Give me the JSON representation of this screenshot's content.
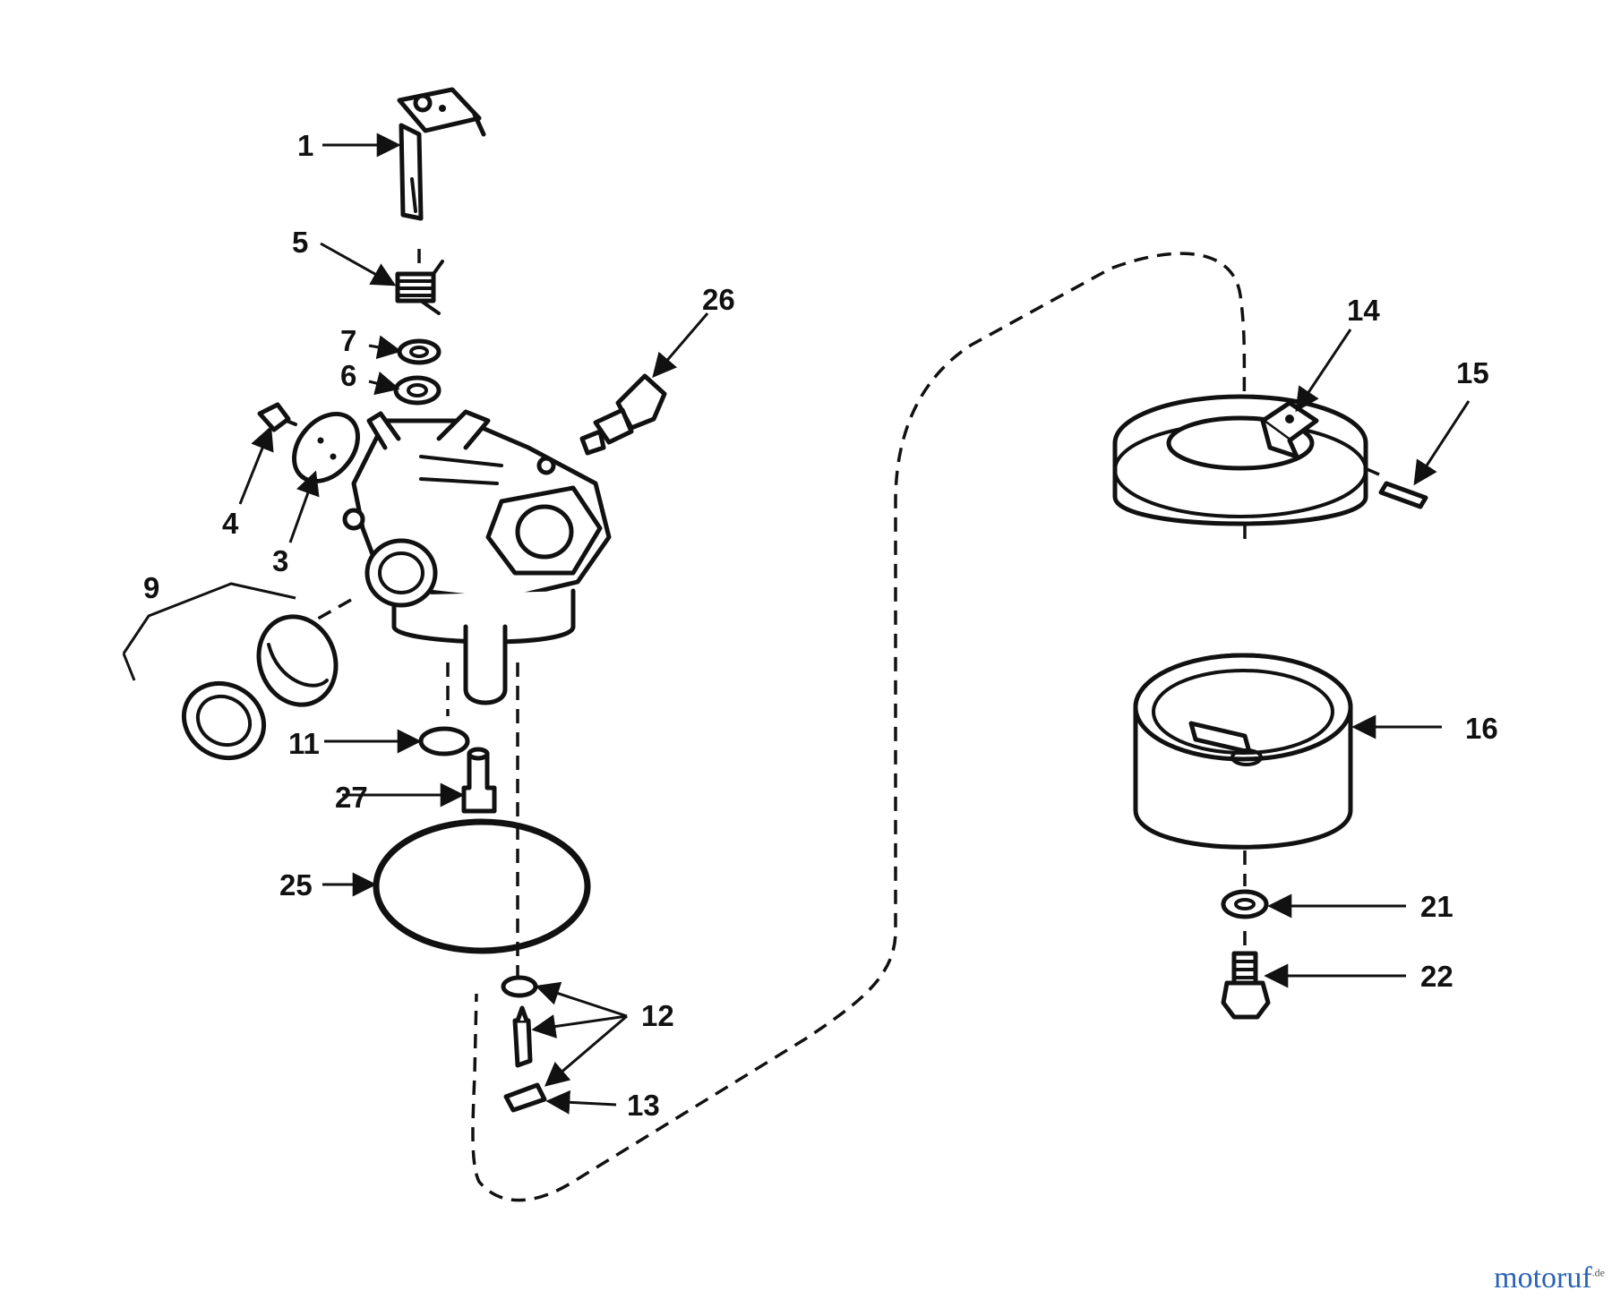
{
  "callouts": {
    "c1": "1",
    "c3": "3",
    "c4": "4",
    "c5": "5",
    "c6": "6",
    "c7": "7",
    "c9": "9",
    "c11": "11",
    "c12": "12",
    "c13": "13",
    "c14": "14",
    "c15": "15",
    "c16": "16",
    "c21": "21",
    "c22": "22",
    "c25": "25",
    "c26": "26",
    "c27": "27"
  },
  "watermark": {
    "brand": "motoruf",
    "tld": ".de"
  },
  "colors": {
    "ink": "#111111",
    "background": "#ffffff"
  }
}
